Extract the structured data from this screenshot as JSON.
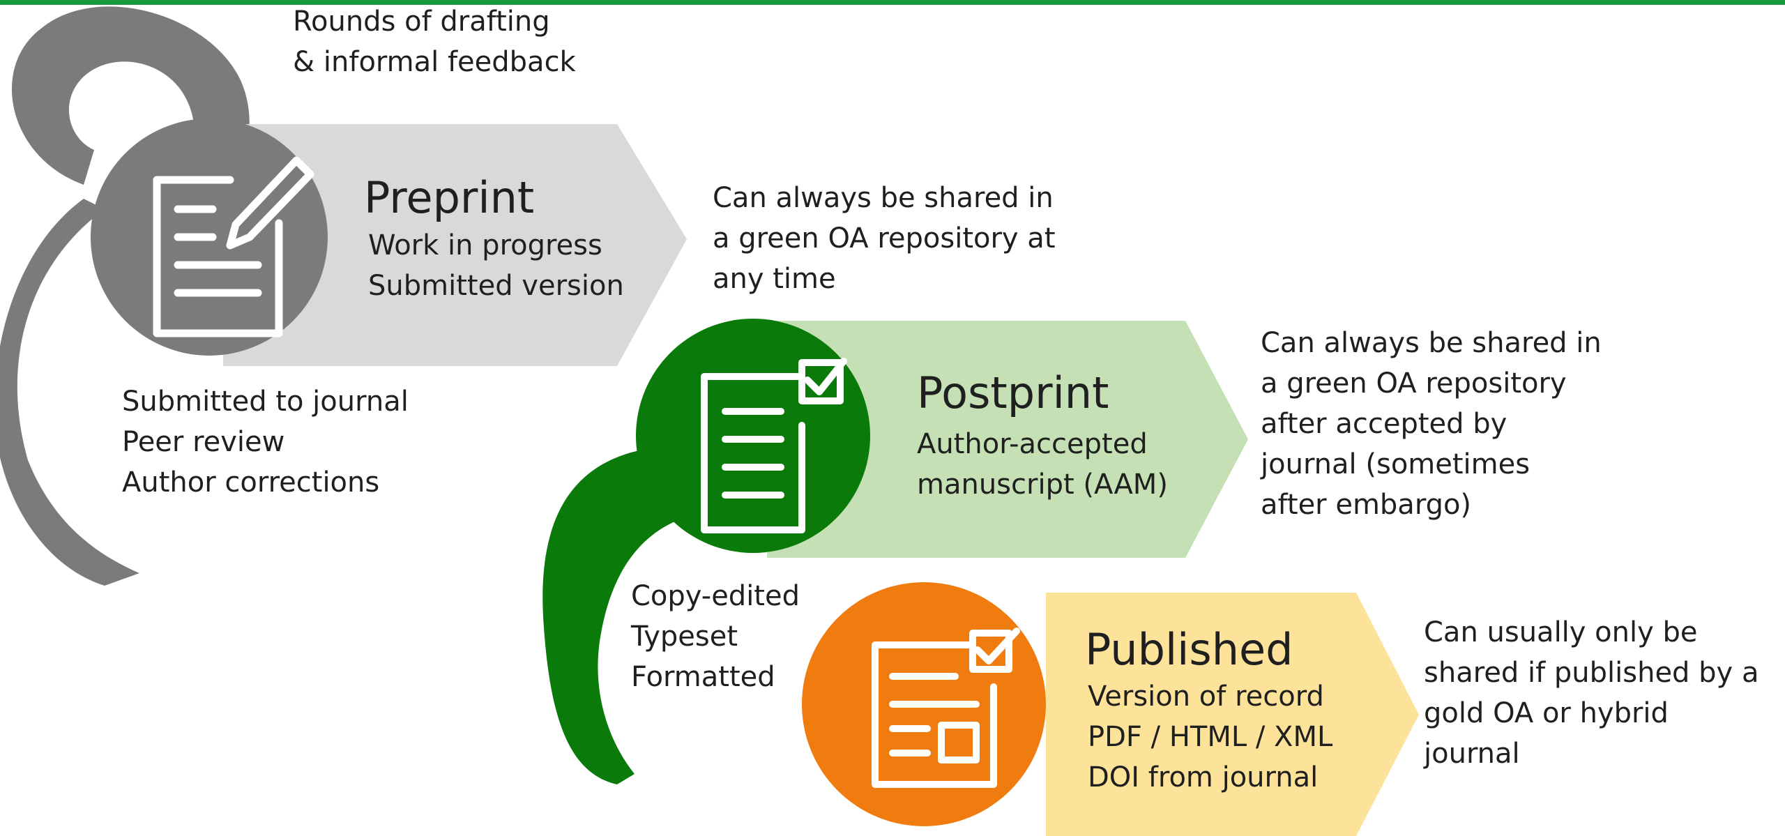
{
  "colors": {
    "top_border": "#1a9a3f",
    "preprint_arrow": "#d9d9d9",
    "preprint_circle": "#7b7b7b",
    "postprint_arrow": "#c5e0b4",
    "postprint_circle": "#0a7a0a",
    "published_arrow": "#fde39a",
    "published_circle": "#f07c10",
    "icon": "#ffffff"
  },
  "top_note": {
    "lines": [
      "Rounds of drafting",
      "& informal feedback"
    ]
  },
  "stages": [
    {
      "title": "Preprint",
      "lines": [
        "Work in progress",
        "Submitted version"
      ],
      "icon": "document-pencil-icon",
      "sharing": [
        "Can always be shared in",
        "a green OA repository at",
        "any time"
      ]
    },
    {
      "title": "Postprint",
      "lines": [
        "Author-accepted",
        "manuscript (AAM)"
      ],
      "icon": "document-checkmark-icon",
      "sharing": [
        "Can always be shared in",
        "a green OA repository",
        "after accepted by",
        "journal (sometimes",
        "after embargo)"
      ]
    },
    {
      "title": "Published",
      "lines": [
        "Version of record",
        "PDF / HTML / XML",
        "DOI from journal"
      ],
      "icon": "document-layout-checkmark-icon",
      "sharing": [
        "Can usually only be",
        "shared if published by a",
        "gold OA or hybrid",
        "journal"
      ]
    }
  ],
  "transitions": [
    {
      "lines": [
        "Submitted to journal",
        "Peer review",
        "Author corrections"
      ]
    },
    {
      "lines": [
        "Copy-edited",
        "Typeset",
        "Formatted"
      ]
    }
  ]
}
